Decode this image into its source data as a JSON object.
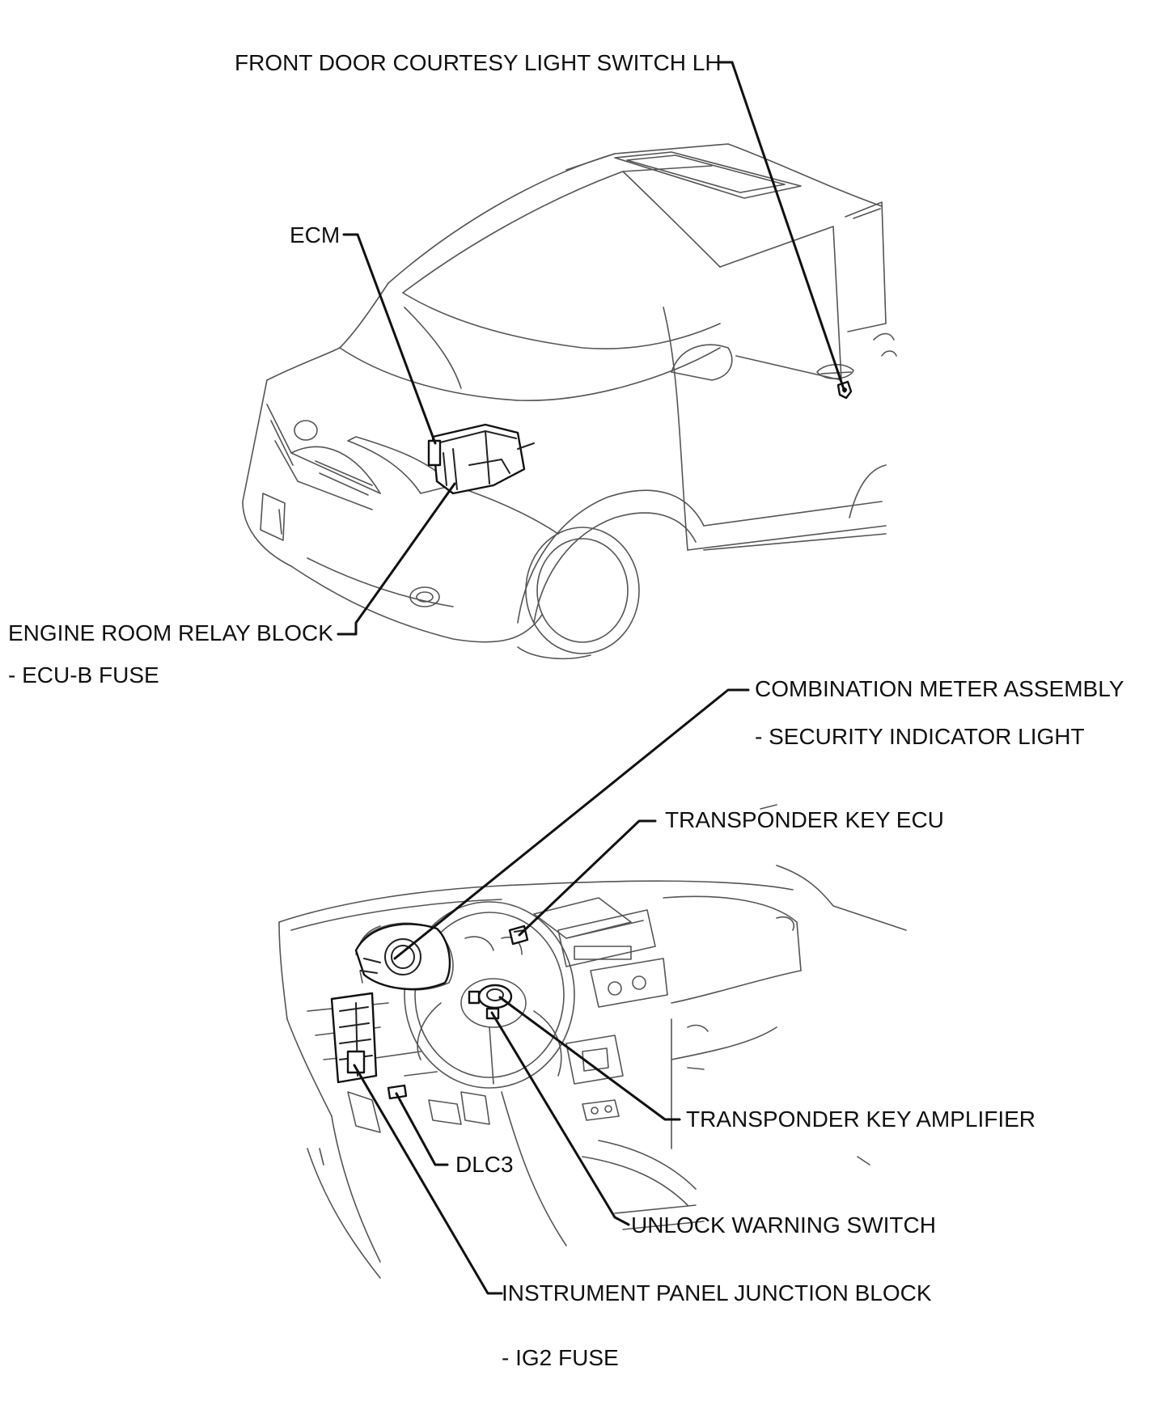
{
  "labels": {
    "front_door_switch": "FRONT DOOR COURTESY LIGHT SWITCH LH",
    "ecm": "ECM",
    "engine_room_relay_block": "ENGINE ROOM RELAY BLOCK",
    "ecu_b_fuse": "- ECU-B FUSE",
    "combination_meter": "COMBINATION METER ASSEMBLY",
    "security_indicator": "- SECURITY INDICATOR LIGHT",
    "transponder_key_ecu": "TRANSPONDER KEY ECU",
    "transponder_key_amplifier": "TRANSPONDER KEY AMPLIFIER",
    "dlc3": "DLC3",
    "unlock_warning_switch": "UNLOCK WARNING SWITCH",
    "instrument_panel_junction_block": "INSTRUMENT PANEL JUNCTION BLOCK",
    "ig2_fuse": "- IG2 FUSE"
  }
}
